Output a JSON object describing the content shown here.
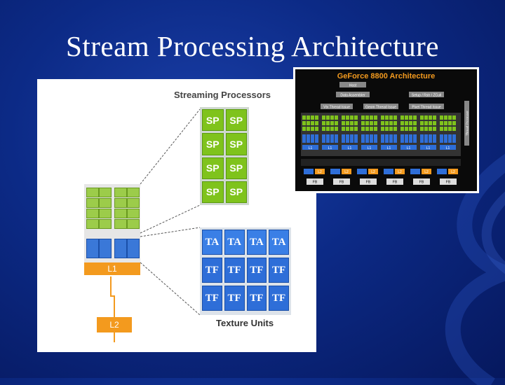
{
  "slide": {
    "title": "Stream Processing Architecture"
  },
  "diagram": {
    "streaming_caption": "Streaming Processors",
    "texture_caption": "Texture Units",
    "sp_label": "SP",
    "sp_count": 8,
    "ta_label": "TA",
    "tf_label": "TF",
    "l1_label": "L1",
    "l2_label": "L2"
  },
  "inset": {
    "title": "GeForce 8800 Architecture",
    "host": "Host",
    "data_assembler": "Data Assembler",
    "setup": "Setup / Rstr / ZCull",
    "vtx_thread_issue": "Vtx Thread Issue",
    "geom_thread_issue": "Geom Thread Issue",
    "pixel_thread_issue": "Pixel Thread Issue",
    "thread_processor": "Thread Processor",
    "l1_label": "L1",
    "l2_label": "L2",
    "fb_label": "FB"
  },
  "colors": {
    "background": "#0c2a86",
    "sp_green": "#7fc31c",
    "texture_blue": "#2e6ed8",
    "cache_orange": "#f39a1e"
  }
}
